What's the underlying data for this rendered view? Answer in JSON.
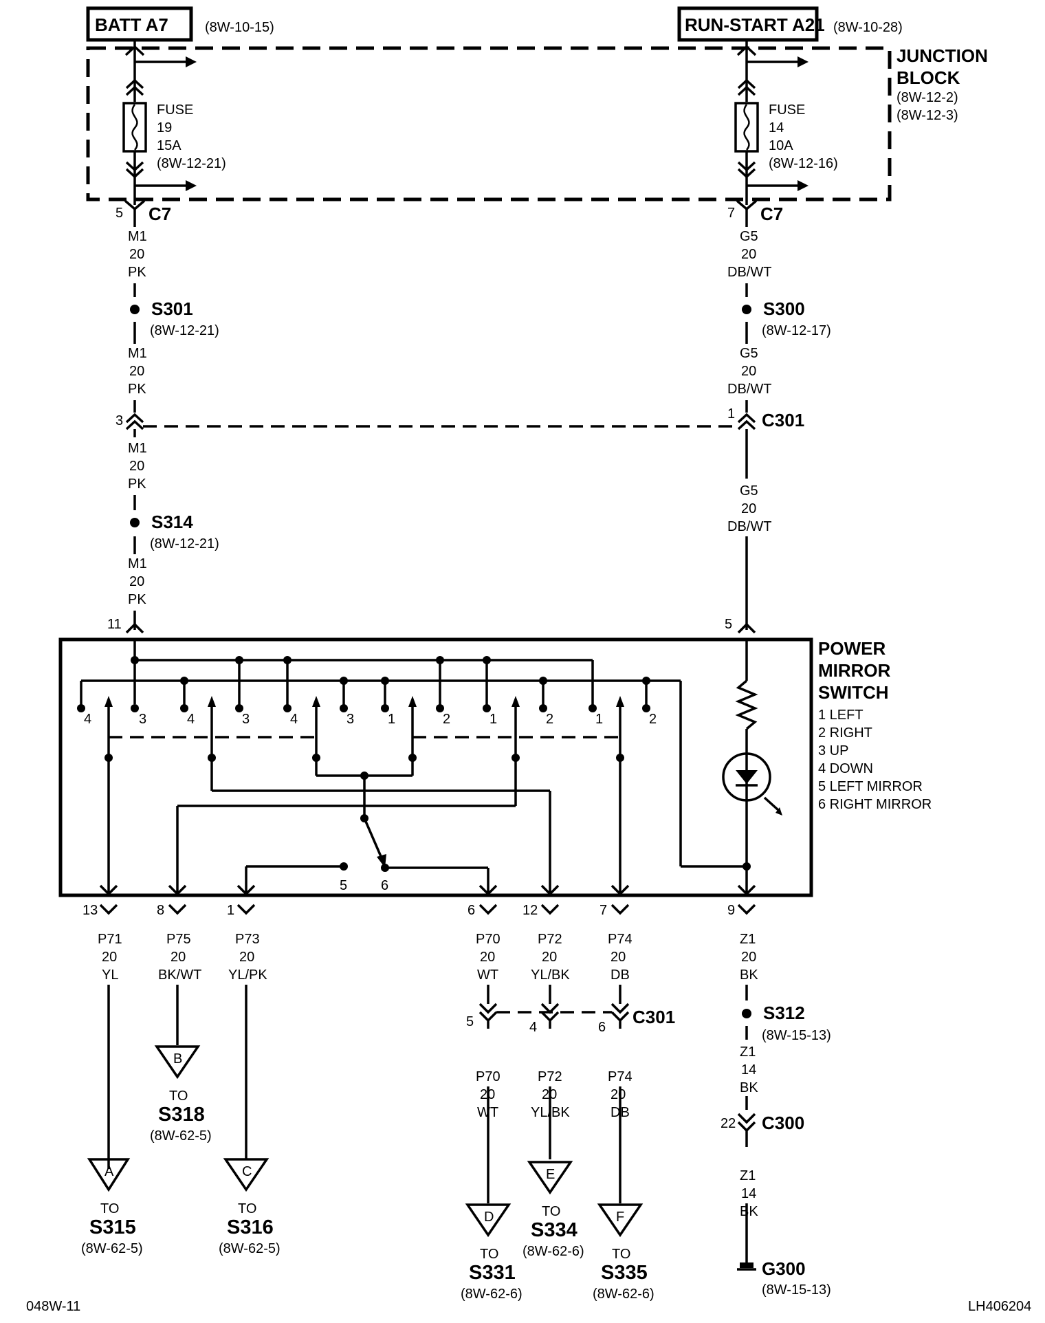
{
  "sources": {
    "batt": {
      "label": "BATT A7",
      "ref": "(8W-10-15)"
    },
    "run": {
      "label": "RUN-START A21",
      "ref": "(8W-10-28)"
    }
  },
  "junction_block": {
    "line1": "JUNCTION",
    "line2": "BLOCK",
    "ref1": "(8W-12-2)",
    "ref2": "(8W-12-3)"
  },
  "fuses": [
    {
      "l1": "FUSE",
      "l2": "19",
      "l3": "15A",
      "l4": "(8W-12-21)"
    },
    {
      "l1": "FUSE",
      "l2": "14",
      "l3": "10A",
      "l4": "(8W-12-16)"
    }
  ],
  "top_connectors": {
    "left": {
      "pin": "5",
      "name": "C7"
    },
    "right": {
      "pin": "7",
      "name": "C7"
    }
  },
  "wire_labels": {
    "m1_a": [
      "M1",
      "20",
      "PK"
    ],
    "m1_b": [
      "M1",
      "20",
      "PK"
    ],
    "m1_c": [
      "M1",
      "20",
      "PK"
    ],
    "m1_d": [
      "M1",
      "20",
      "PK"
    ],
    "g5_a": [
      "G5",
      "20",
      "DB/WT"
    ],
    "g5_b": [
      "G5",
      "20",
      "DB/WT"
    ],
    "g5_c": [
      "G5",
      "20",
      "DB/WT"
    ],
    "p71": [
      "P71",
      "20",
      "YL"
    ],
    "p75": [
      "P75",
      "20",
      "BK/WT"
    ],
    "p73": [
      "P73",
      "20",
      "YL/PK"
    ],
    "p70a": [
      "P70",
      "20",
      "WT"
    ],
    "p72a": [
      "P72",
      "20",
      "YL/BK"
    ],
    "p74a": [
      "P74",
      "20",
      "DB"
    ],
    "z1a": [
      "Z1",
      "20",
      "BK"
    ],
    "p70b": [
      "P70",
      "20",
      "WT"
    ],
    "p72b": [
      "P72",
      "20",
      "YL/BK"
    ],
    "p74b": [
      "P74",
      "20",
      "DB"
    ],
    "z1b": [
      "Z1",
      "14",
      "BK"
    ],
    "z1c": [
      "Z1",
      "14",
      "BK"
    ]
  },
  "splices": {
    "s301": {
      "name": "S301",
      "ref": "(8W-12-21)"
    },
    "s300": {
      "name": "S300",
      "ref": "(8W-12-17)"
    },
    "s314": {
      "name": "S314",
      "ref": "(8W-12-21)"
    },
    "s312": {
      "name": "S312",
      "ref": "(8W-15-13)"
    }
  },
  "c301_top": {
    "pin_left": "3",
    "pin_right": "1",
    "name": "C301"
  },
  "switch_pins": {
    "p11": "11",
    "p5": "5"
  },
  "switch": {
    "title1": "POWER",
    "title2": "MIRROR",
    "title3": "SWITCH",
    "legend": [
      "1 LEFT",
      "2 RIGHT",
      "3 UP",
      "4 DOWN",
      "5 LEFT MIRROR",
      "6 RIGHT MIRROR"
    ],
    "contacts": [
      "4",
      "3",
      "4",
      "3",
      "4",
      "3",
      "1",
      "2",
      "1",
      "2",
      "1",
      "2"
    ],
    "sel5": "5",
    "sel6": "6"
  },
  "bottom_pins": {
    "p13": "13",
    "p8": "8",
    "p1": "1",
    "p6": "6",
    "p12": "12",
    "p7": "7",
    "p9": "9"
  },
  "c301_bottom": {
    "p5": "5",
    "p4": "4",
    "p6": "6",
    "name": "C301"
  },
  "c300": {
    "pin": "22",
    "name": "C300"
  },
  "ground": {
    "name": "G300",
    "ref": "(8W-15-13)"
  },
  "destinations": {
    "a": {
      "letter": "A",
      "to": "TO",
      "name": "S315",
      "ref": "(8W-62-5)"
    },
    "b": {
      "letter": "B",
      "to": "TO",
      "name": "S318",
      "ref": "(8W-62-5)"
    },
    "c": {
      "letter": "C",
      "to": "TO",
      "name": "S316",
      "ref": "(8W-62-5)"
    },
    "d": {
      "letter": "D",
      "to": "TO",
      "name": "S331",
      "ref": "(8W-62-6)"
    },
    "e": {
      "letter": "E",
      "to": "TO",
      "name": "S334",
      "ref": "(8W-62-6)"
    },
    "f": {
      "letter": "F",
      "to": "TO",
      "name": "S335",
      "ref": "(8W-62-6)"
    }
  },
  "footer": {
    "left": "048W-11",
    "right": "LH406204"
  }
}
